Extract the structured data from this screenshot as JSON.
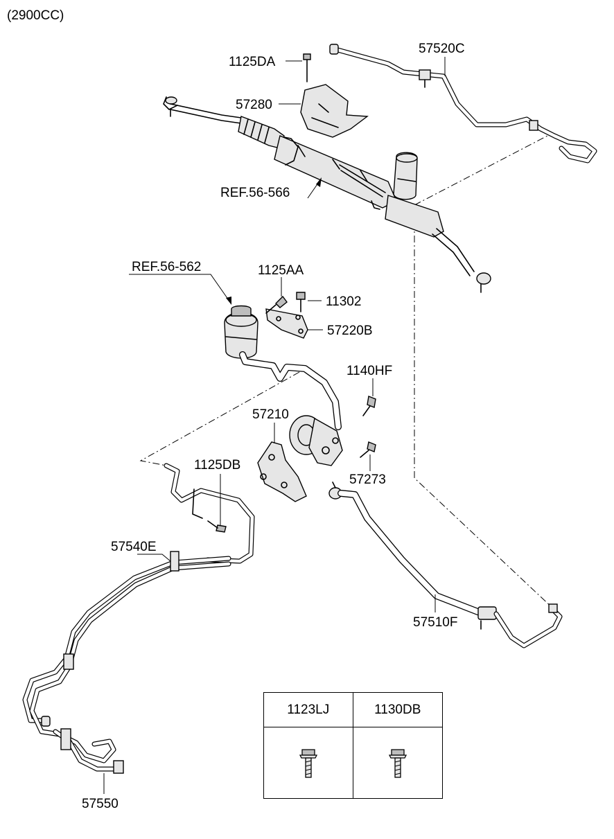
{
  "header": {
    "engine_note": "(2900CC)"
  },
  "labels": {
    "l_1125DA": "1125DA",
    "l_57520C": "57520C",
    "l_57280": "57280",
    "l_ref566": "REF.56-566",
    "l_ref562": "REF.56-562",
    "l_1125AA": "1125AA",
    "l_11302": "11302",
    "l_57220B": "57220B",
    "l_1140HF": "1140HF",
    "l_57210": "57210",
    "l_57273": "57273",
    "l_1125DB": "1125DB",
    "l_57540E": "57540E",
    "l_57510F": "57510F",
    "l_57550": "57550"
  },
  "table": {
    "col1": "1123LJ",
    "col2": "1130DB"
  },
  "icons": {
    "bolt_a": "flange-bolt-icon",
    "bolt_b": "flange-bolt-icon"
  }
}
